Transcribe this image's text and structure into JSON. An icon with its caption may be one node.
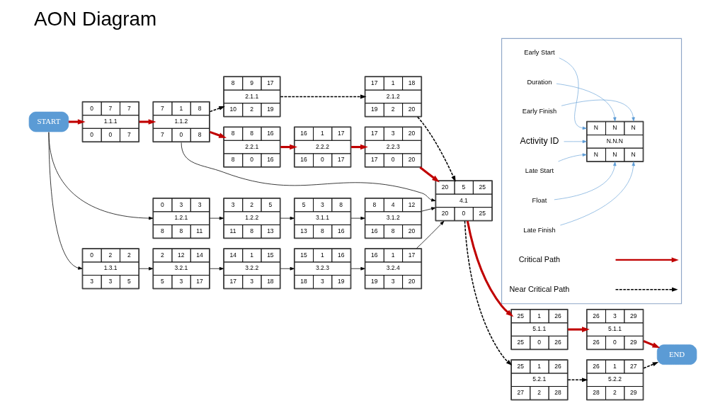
{
  "diagram": {
    "title": "AON Diagram",
    "nodes": [
      {
        "text": [
          "START"
        ]
      },
      {
        "text": [
          "0",
          "7",
          "7",
          "1.1.1",
          "0",
          "0",
          "7"
        ]
      },
      {
        "text": [
          "7",
          "1",
          "8",
          "1.1.2",
          "7",
          "0",
          "8"
        ]
      },
      {
        "text": [
          "8",
          "9",
          "17",
          "2.1.1",
          "10",
          "2",
          "19"
        ]
      },
      {
        "text": [
          "17",
          "1",
          "18",
          "2.1.2",
          "19",
          "2",
          "20"
        ]
      },
      {
        "text": [
          "8",
          "8",
          "16",
          "2.2.1",
          "8",
          "0",
          "16"
        ]
      },
      {
        "text": [
          "16",
          "1",
          "17",
          "2.2.2",
          "16",
          "0",
          "17"
        ]
      },
      {
        "text": [
          "17",
          "3",
          "20",
          "2.2.3",
          "17",
          "0",
          "20"
        ]
      },
      {
        "text": [
          "20",
          "5",
          "25",
          "4.1",
          "20",
          "0",
          "25"
        ]
      },
      {
        "text": [
          "25",
          "1",
          "26",
          "5.1.1",
          "25",
          "0",
          "26"
        ]
      },
      {
        "text": [
          "26",
          "3",
          "29",
          "5.1.1",
          "26",
          "0",
          "29"
        ]
      },
      {
        "text": [
          "END"
        ]
      },
      {
        "text": [
          "25",
          "1",
          "26",
          "5.2.1",
          "27",
          "2",
          "28"
        ]
      },
      {
        "text": [
          "26",
          "1",
          "27",
          "5.2.2",
          "28",
          "2",
          "29"
        ]
      },
      {
        "text": [
          "0",
          "3",
          "3",
          "1.2.1",
          "8",
          "8",
          "11"
        ]
      },
      {
        "text": [
          "3",
          "2",
          "5",
          "1.2.2",
          "11",
          "8",
          "13"
        ]
      },
      {
        "text": [
          "5",
          "3",
          "8",
          "3.1.1",
          "13",
          "8",
          "16"
        ]
      },
      {
        "text": [
          "8",
          "4",
          "12",
          "3.1.2",
          "16",
          "8",
          "20"
        ]
      },
      {
        "text": [
          "0",
          "2",
          "2",
          "1.3.1",
          "3",
          "3",
          "5"
        ]
      },
      {
        "text": [
          "2",
          "12",
          "14",
          "3.2.1",
          "5",
          "3",
          "17"
        ]
      },
      {
        "text": [
          "14",
          "1",
          "15",
          "3.2.2",
          "17",
          "3",
          "18"
        ]
      },
      {
        "text": [
          "15",
          "1",
          "16",
          "3.2.3",
          "18",
          "3",
          "19"
        ]
      },
      {
        "text": [
          "16",
          "1",
          "17",
          "3.2.4",
          "19",
          "3",
          "20"
        ]
      },
      {
        "text": [],
        "shape": "box"
      },
      {
        "text": [
          "N",
          "N",
          "N",
          "N.N.N",
          "N",
          "N",
          "N"
        ],
        "in": 23
      },
      {
        "text": [
          "Activity ID"
        ],
        "in": 23
      },
      {
        "text": [
          "Early Start"
        ],
        "in": 23
      },
      {
        "text": [
          "Duration"
        ],
        "in": 23
      },
      {
        "text": [
          "Early Finish"
        ],
        "in": 23
      },
      {
        "text": [
          "Late Start"
        ],
        "in": 23
      },
      {
        "text": [
          "Float"
        ],
        "in": 23
      },
      {
        "text": [
          "Late Finish"
        ],
        "in": 23
      }
    ],
    "edges": [
      {
        "from": 0,
        "to": 1,
        "arrow": "to",
        "style": "thick",
        "color": "#c00000"
      },
      {
        "from": 0,
        "to": 14,
        "arrow": "to"
      },
      {
        "from": 0,
        "to": 18,
        "arrow": "to"
      },
      {
        "from": 1,
        "to": 2,
        "arrow": "to",
        "style": "thick",
        "color": "#c00000"
      },
      {
        "from": 2,
        "to": 3,
        "arrow": "to",
        "style": "dashed"
      },
      {
        "from": 2,
        "to": 5,
        "arrow": "to",
        "style": "thick",
        "color": "#c00000"
      },
      {
        "from": 2,
        "to": 8,
        "arrow": "to"
      },
      {
        "from": 3,
        "to": 4,
        "arrow": "to",
        "style": "dashed"
      },
      {
        "from": 4,
        "to": 8,
        "arrow": "to",
        "style": "dashed"
      },
      {
        "from": 5,
        "to": 6,
        "arrow": "to",
        "style": "thick",
        "color": "#c00000"
      },
      {
        "from": 6,
        "to": 7,
        "arrow": "to",
        "style": "thick",
        "color": "#c00000"
      },
      {
        "from": 7,
        "to": 8,
        "arrow": "to",
        "style": "thick",
        "color": "#c00000"
      },
      {
        "from": 8,
        "to": 9,
        "arrow": "to",
        "style": "thick",
        "color": "#c00000"
      },
      {
        "from": 9,
        "to": 10,
        "arrow": "to",
        "style": "thick",
        "color": "#c00000"
      },
      {
        "from": 10,
        "to": 11,
        "arrow": "to",
        "style": "thick",
        "color": "#c00000"
      },
      {
        "from": 8,
        "to": 12,
        "arrow": "to",
        "style": "dashed"
      },
      {
        "from": 12,
        "to": 13,
        "arrow": "to",
        "style": "dashed"
      },
      {
        "from": 13,
        "to": 11,
        "arrow": "to",
        "style": "dashed"
      },
      {
        "from": 14,
        "to": 15,
        "arrow": "to"
      },
      {
        "from": 15,
        "to": 16,
        "arrow": "to"
      },
      {
        "from": 16,
        "to": 17,
        "arrow": "to"
      },
      {
        "from": 17,
        "to": 8,
        "arrow": "to"
      },
      {
        "from": 18,
        "to": 19,
        "arrow": "to"
      },
      {
        "from": 19,
        "to": 20,
        "arrow": "to"
      },
      {
        "from": 20,
        "to": 21,
        "arrow": "to"
      },
      {
        "from": 21,
        "to": 22,
        "arrow": "to"
      },
      {
        "from": 22,
        "to": 8,
        "arrow": "to"
      },
      {
        "from": 25,
        "to": 24,
        "arrow": "to",
        "color": "#5b9bd5"
      },
      {
        "from": 26,
        "to": 24,
        "arrow": "to",
        "color": "#5b9bd5"
      },
      {
        "from": 27,
        "to": 24,
        "arrow": "to",
        "color": "#5b9bd5"
      },
      {
        "from": 28,
        "to": 24,
        "arrow": "to",
        "color": "#5b9bd5"
      },
      {
        "from": 29,
        "to": 24,
        "arrow": "to",
        "color": "#5b9bd5"
      },
      {
        "from": 30,
        "to": 24,
        "arrow": "to",
        "color": "#5b9bd5"
      },
      {
        "from": 31,
        "to": 24,
        "arrow": "to",
        "color": "#5b9bd5"
      }
    ],
    "legend": [
      {
        "text": "Critical Path"
      },
      {
        "text": "Near Critical Path"
      }
    ]
  }
}
